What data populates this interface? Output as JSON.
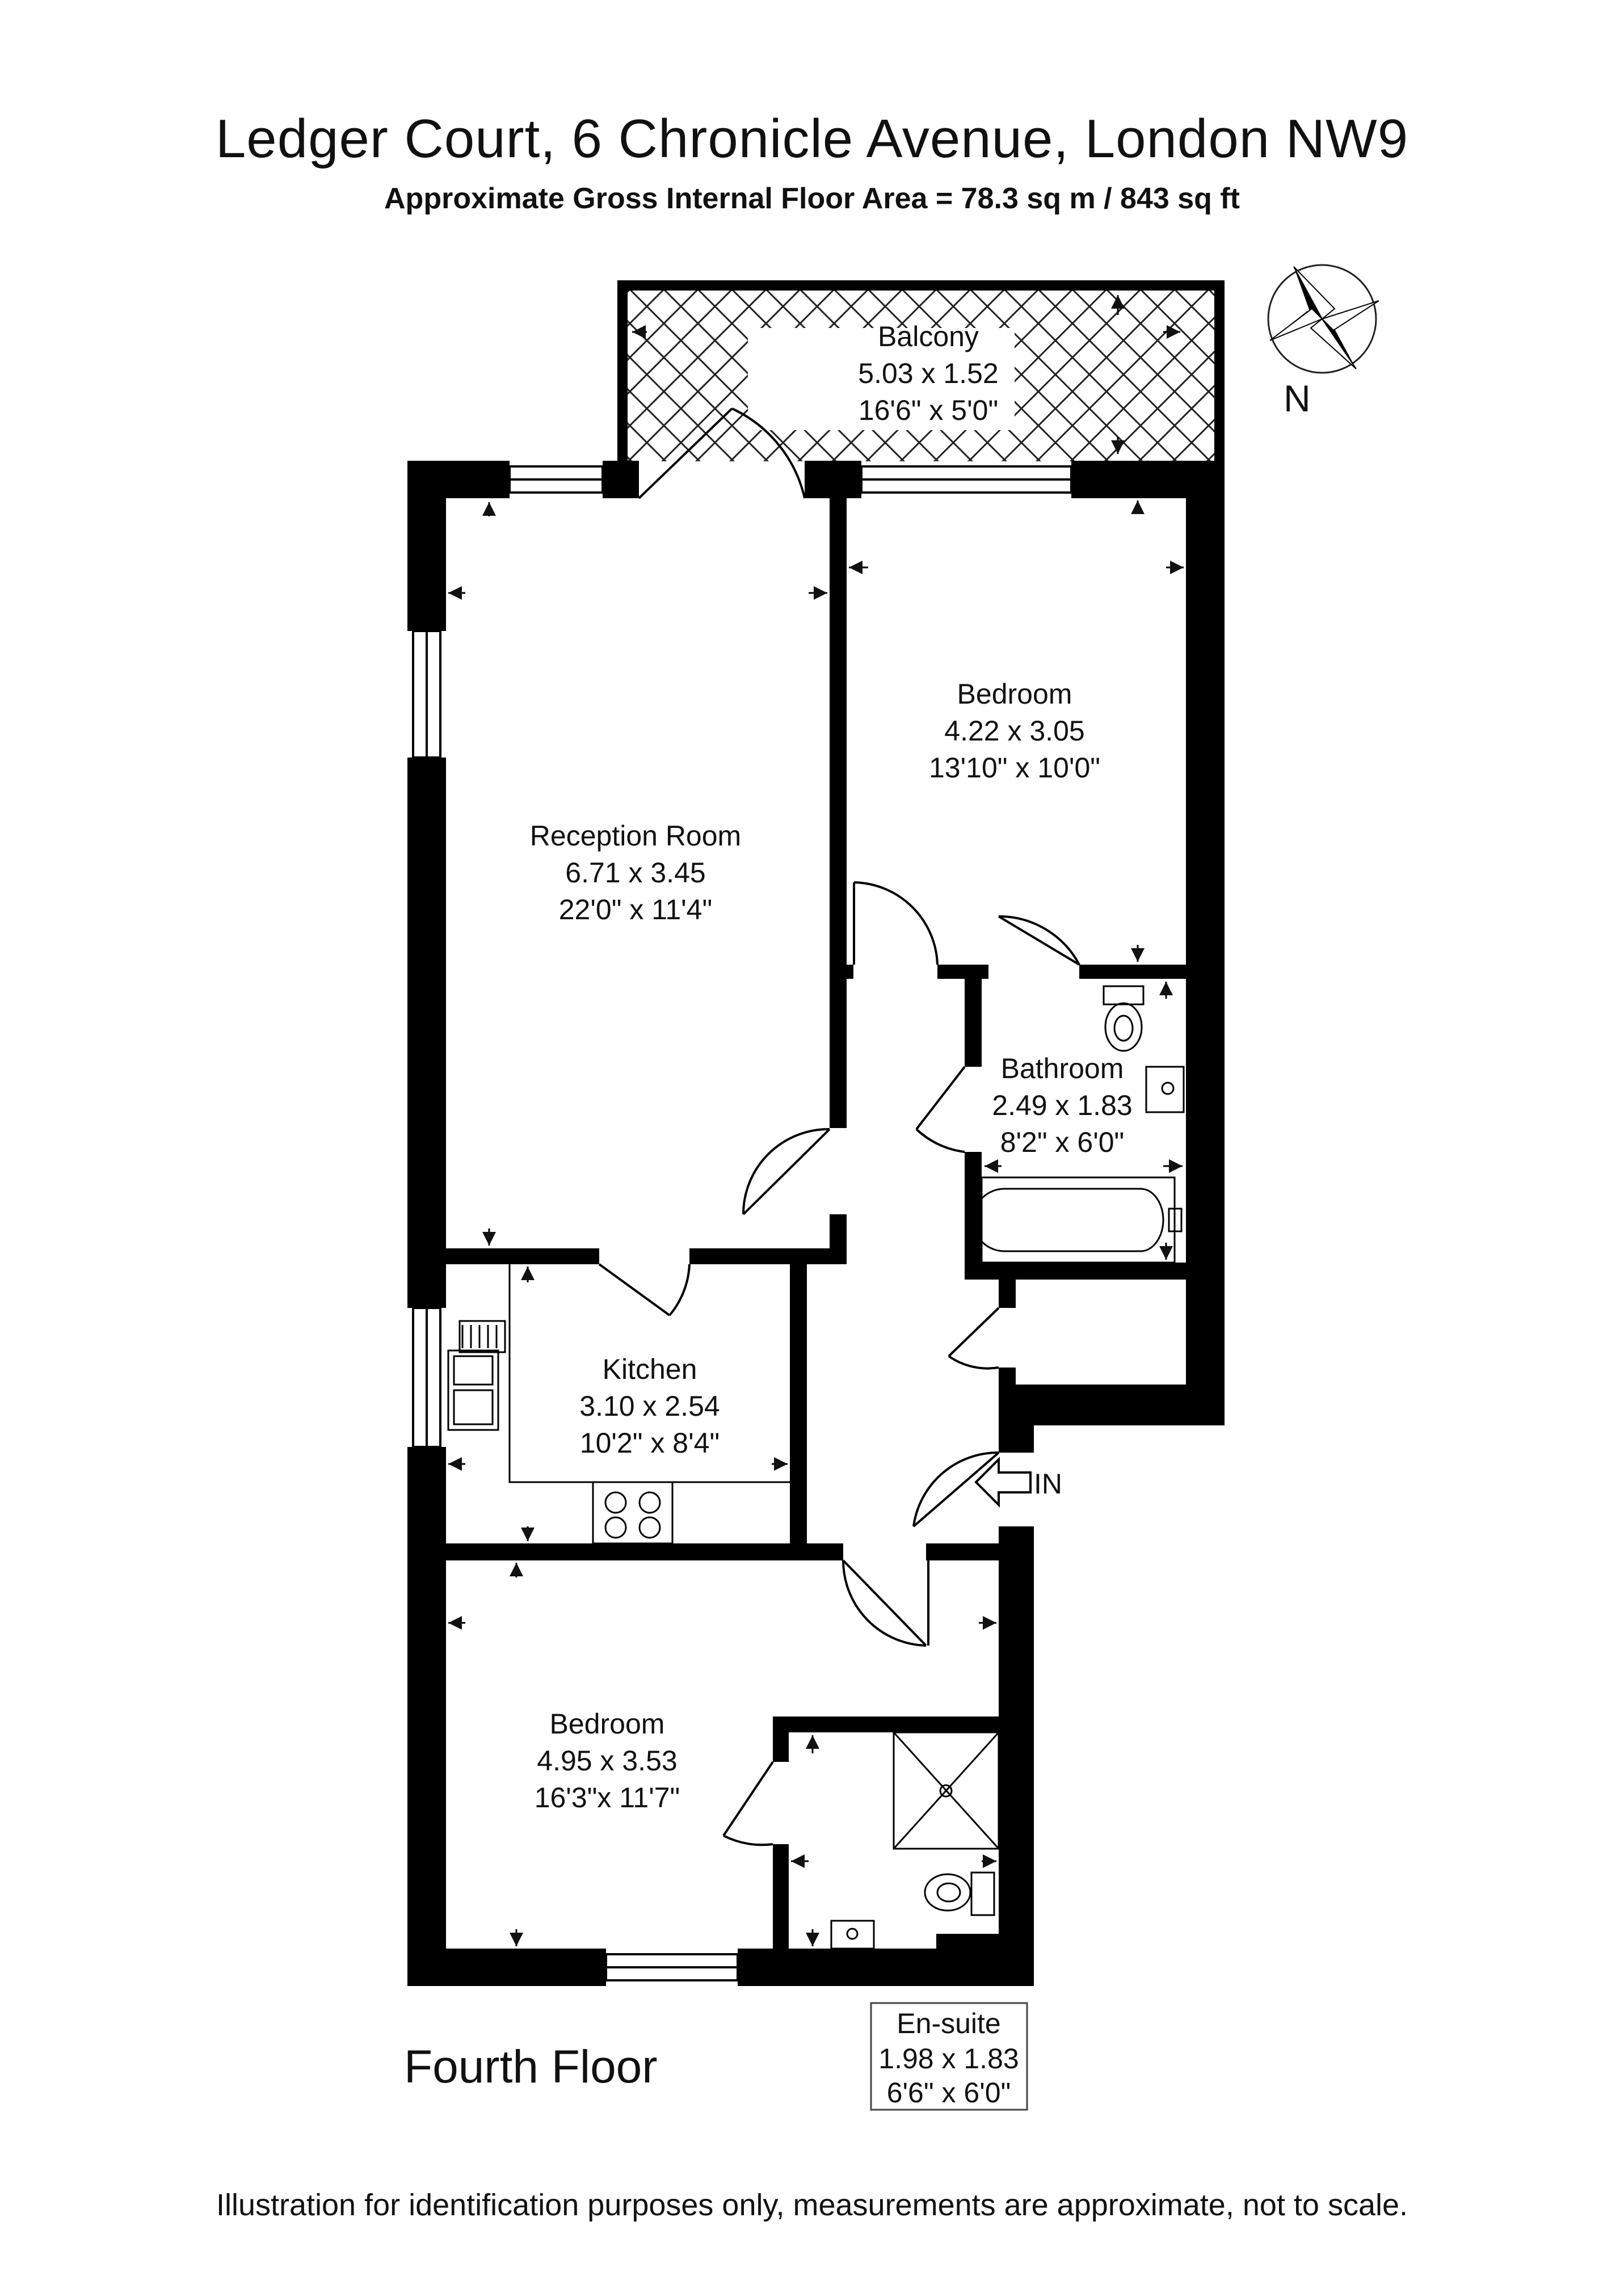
{
  "header": {
    "title": "Ledger Court, 6 Chronicle Avenue, London NW9",
    "subtitle": "Approximate Gross Internal Floor Area = 78.3 sq m / 843 sq ft"
  },
  "compass": {
    "label": "N"
  },
  "rooms": {
    "balcony": {
      "name": "Balcony",
      "metric": "5.03 x 1.52",
      "imperial": "16'6\" x 5'0\""
    },
    "reception": {
      "name": "Reception Room",
      "metric": "6.71 x 3.45",
      "imperial": "22'0\" x 11'4\""
    },
    "bedroom1": {
      "name": "Bedroom",
      "metric": "4.22 x 3.05",
      "imperial": "13'10\" x 10'0\""
    },
    "bathroom": {
      "name": "Bathroom",
      "metric": "2.49 x 1.83",
      "imperial": "8'2\" x 6'0\""
    },
    "kitchen": {
      "name": "Kitchen",
      "metric": "3.10 x 2.54",
      "imperial": "10'2\" x 8'4\""
    },
    "bedroom2": {
      "name": "Bedroom",
      "metric": "4.95 x 3.53",
      "imperial": "16'3\"x 11'7\""
    },
    "ensuite": {
      "name": "En-suite",
      "metric": "1.98 x 1.83",
      "imperial": "6'6\" x 6'0\""
    }
  },
  "entrance": {
    "label": "IN"
  },
  "floor": {
    "label": "Fourth Floor"
  },
  "footer": {
    "disclaimer": "Illustration for identification purposes only, measurements are approximate, not to scale."
  }
}
